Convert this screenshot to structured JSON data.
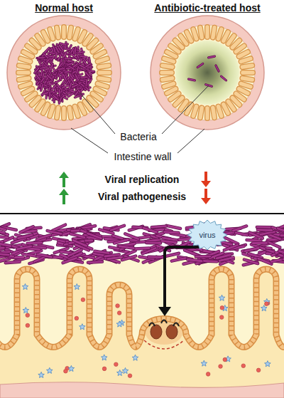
{
  "diagram": {
    "nodes": [
      {
        "text": [
          "virus"
        ]
      }
    ],
    "labels": [
      "Normal host",
      "Antibiotic-treated host",
      "Bacteria",
      "Intestine wall",
      "Viral replication",
      "Viral pathogenesis"
    ]
  }
}
